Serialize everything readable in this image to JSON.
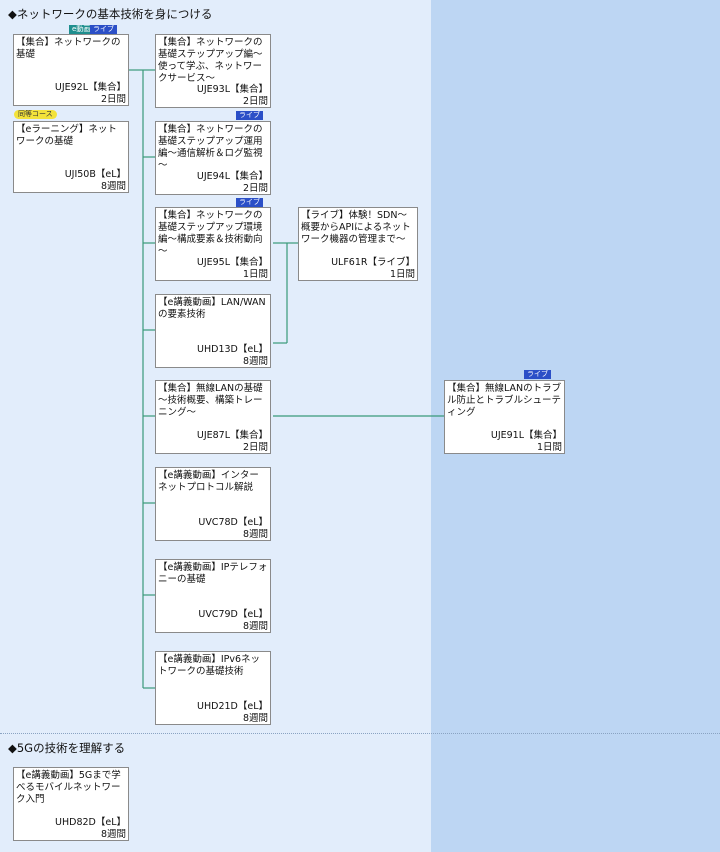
{
  "sections": [
    {
      "title": "◆ネットワークの基本技術を身につける"
    },
    {
      "title": "◆5Gの技術を理解する"
    }
  ],
  "badges": {
    "live": "ライブ",
    "emovie": "e動画",
    "equiv": "同等コース"
  },
  "courses": [
    {
      "id": "c1",
      "title": "【集合】ネットワークの基礎",
      "code": "UJE92L【集合】",
      "duration": "2日間"
    },
    {
      "id": "c2",
      "title": "【eラーニング】ネットワークの基礎",
      "code": "UJI50B【eL】",
      "duration": "8週間"
    },
    {
      "id": "c3",
      "title": "【集合】ネットワークの基礎ステップアップ編～使って学ぶ、ネットワークサービス～",
      "code": "UJE93L【集合】",
      "duration": "2日間"
    },
    {
      "id": "c4",
      "title": "【集合】ネットワークの基礎ステップアップ運用編～通信解析＆ログ監視～",
      "code": "UJE94L【集合】",
      "duration": "2日間"
    },
    {
      "id": "c5",
      "title": "【集合】ネットワークの基礎ステップアップ環境編～構成要素＆技術動向～",
      "code": "UJE95L【集合】",
      "duration": "1日間"
    },
    {
      "id": "c6",
      "title": "【e講義動画】LAN/WANの要素技術",
      "code": "UHD13D【eL】",
      "duration": "8週間"
    },
    {
      "id": "c7",
      "title": "【集合】無線LANの基礎～技術概要、構築トレーニング～",
      "code": "UJE87L【集合】",
      "duration": "2日間"
    },
    {
      "id": "c8",
      "title": "【e講義動画】インターネットプロトコル解説",
      "code": "UVC78D【eL】",
      "duration": "8週間"
    },
    {
      "id": "c9",
      "title": "【e講義動画】IPテレフォニーの基礎",
      "code": "UVC79D【eL】",
      "duration": "8週間"
    },
    {
      "id": "c10",
      "title": "【e講義動画】IPv6ネットワークの基礎技術",
      "code": "UHD21D【eL】",
      "duration": "8週間"
    },
    {
      "id": "c11",
      "title": "【ライブ】体験！SDN～概要からAPIによるネットワーク機器の管理まで～",
      "code": "ULF61R【ライブ】",
      "duration": "1日間"
    },
    {
      "id": "c12",
      "title": "【集合】無線LANのトラブル防止とトラブルシューティング",
      "code": "UJE91L【集合】",
      "duration": "1日間"
    },
    {
      "id": "c13",
      "title": "【e講義動画】5Gまで学べるモバイルネットワーク入門",
      "code": "UHD82D【eL】",
      "duration": "8週間"
    }
  ]
}
